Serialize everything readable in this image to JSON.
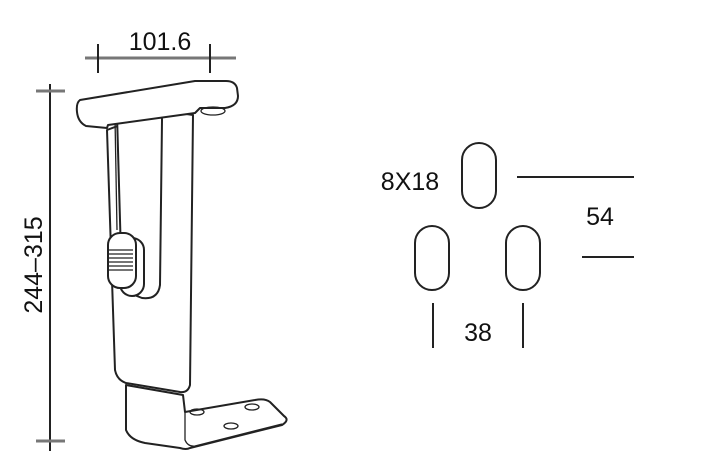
{
  "drawing": {
    "armrest_width": "101.6",
    "armrest_height_range": "244–315",
    "slot_size": "8X18",
    "slot_vertical_spacing": "54",
    "slot_horizontal_spacing": "38"
  }
}
